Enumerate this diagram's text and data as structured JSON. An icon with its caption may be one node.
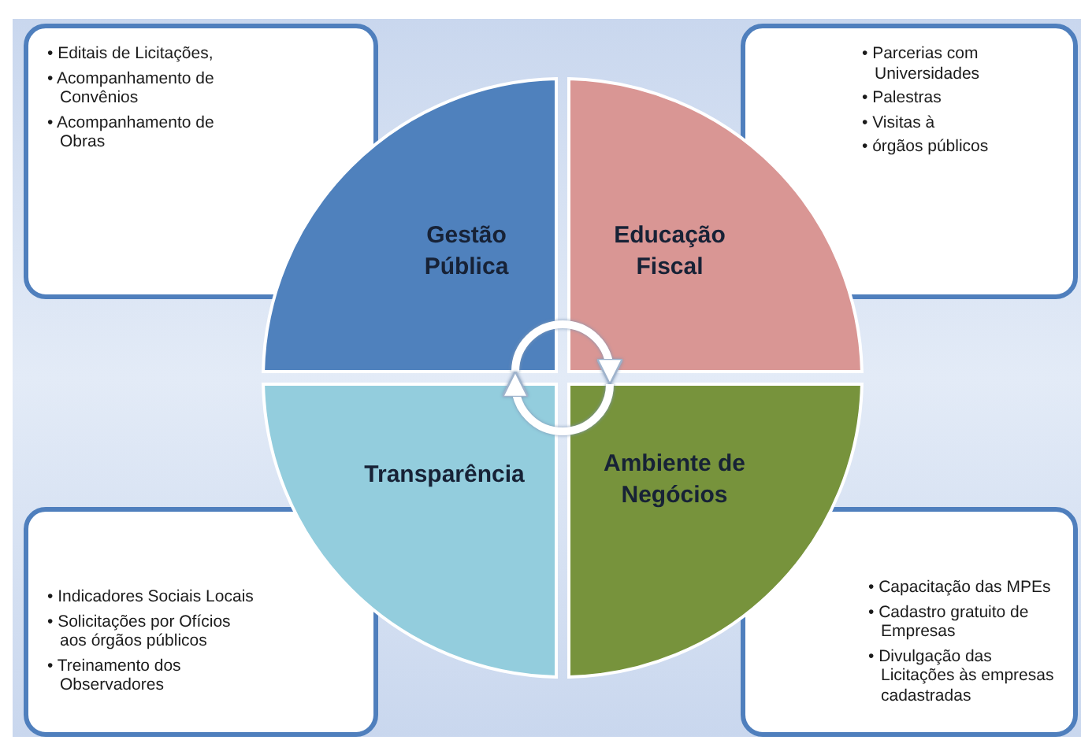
{
  "diagram": {
    "nodes": [
      {
        "text": [
          "• Editais de Licitações,",
          "• Acompanhamento de Convênios",
          "• Acompanhamento de Obras"
        ]
      },
      {
        "text": [
          "• Parcerias com Universidades",
          "• Palestras",
          "• Visitas à",
          "• órgãos públicos"
        ]
      },
      {
        "text": [
          "Gestão Pública"
        ]
      },
      {
        "text": [
          "Educação Fiscal"
        ]
      },
      {
        "text": [
          "Transparência"
        ]
      },
      {
        "text": [
          "Ambiente de Negócios"
        ]
      },
      {
        "text": [
          "• Indicadores Sociais Locais",
          "• Solicitações por Ofícios aos órgãos públicos",
          "• Treinamento dos Observadores"
        ]
      },
      {
        "text": [
          "• Capacitação das MPEs",
          "• Cadastro gratuito de Empresas",
          "• Divulgação das Licitações às empresas cadastradas"
        ]
      }
    ],
    "edges": [
      {
        "from": 2,
        "to": 3,
        "arrow": "to"
      },
      {
        "from": 5,
        "to": 4,
        "arrow": "to"
      }
    ]
  }
}
